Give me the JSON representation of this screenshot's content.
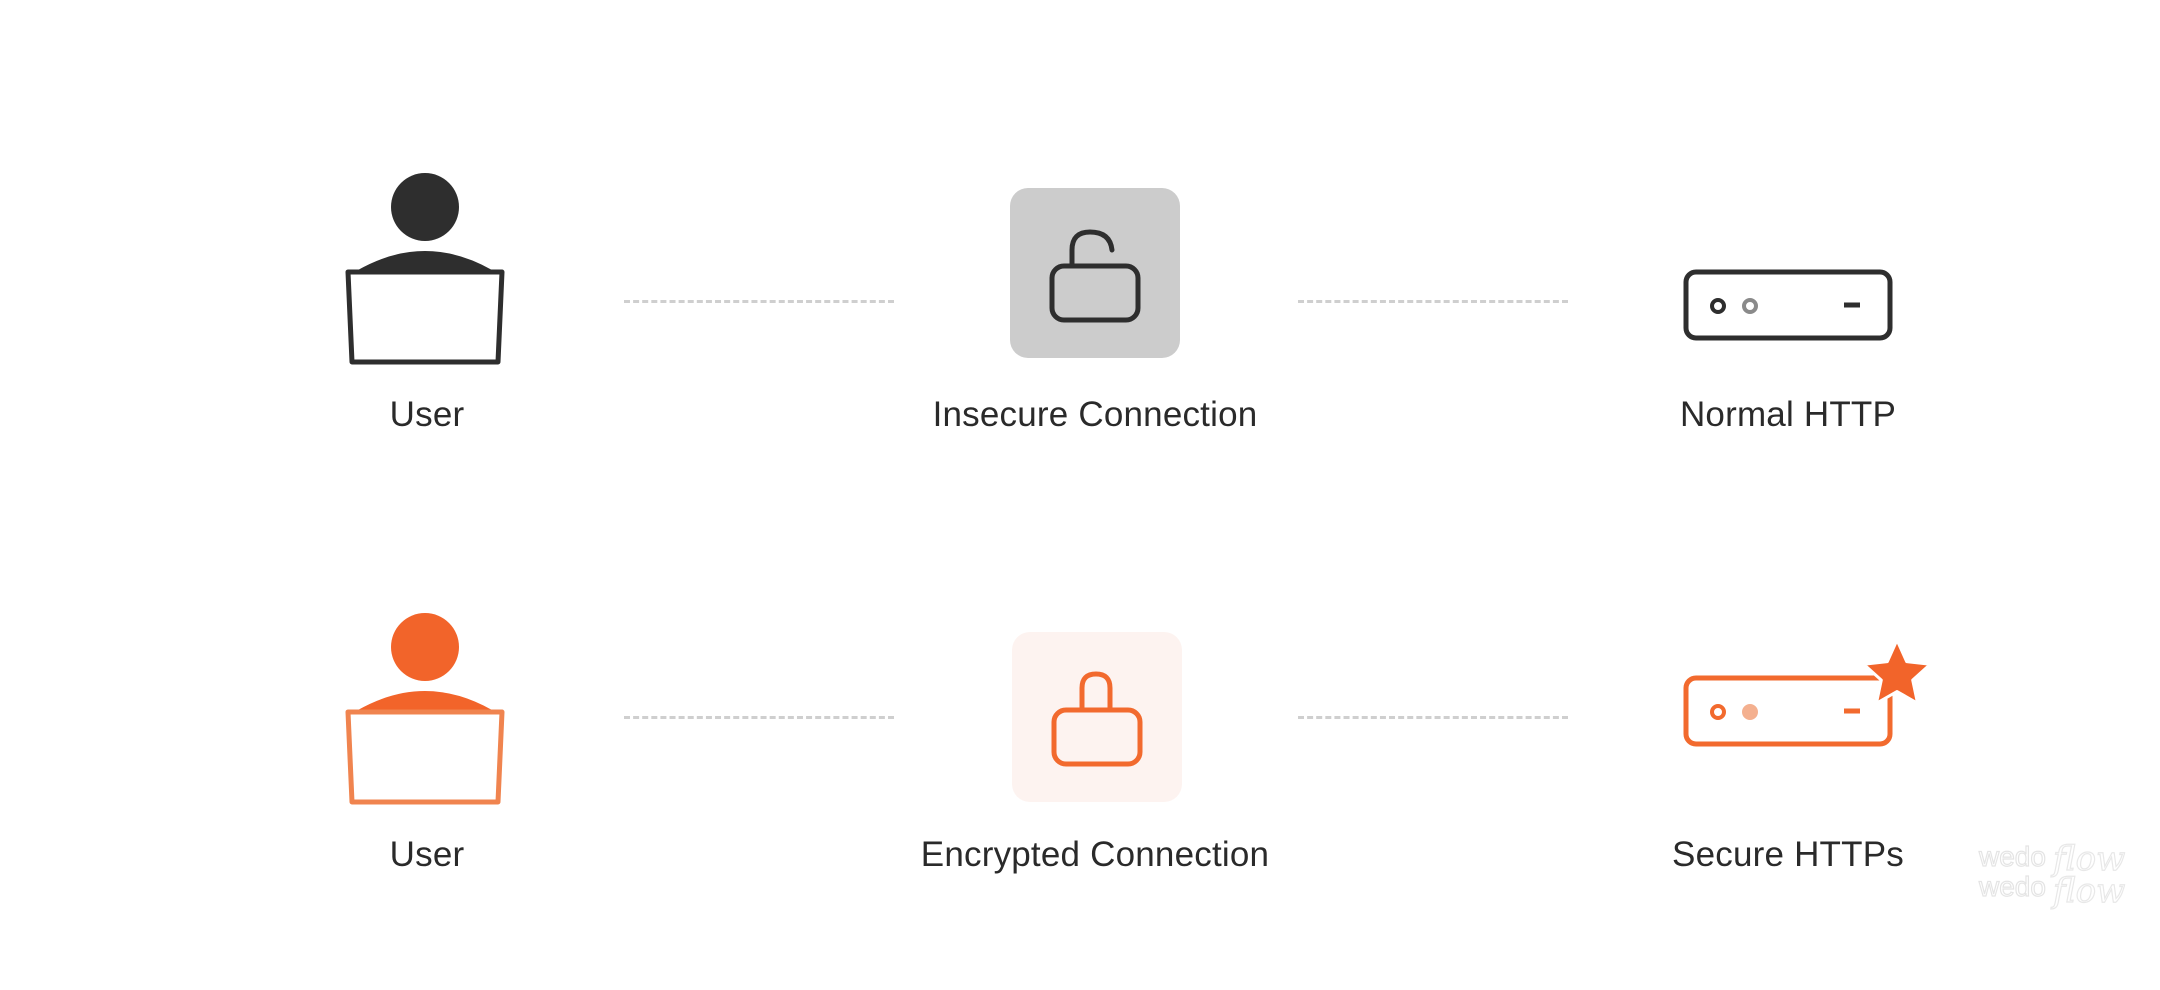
{
  "colors": {
    "insecure_ink": "#2e2e2e",
    "insecure_tile": "#cccccc",
    "secure_ink": "#f26a2e",
    "secure_tile": "#fdf3f0",
    "connector": "#cfcfcf"
  },
  "rows": [
    {
      "user_label": "User",
      "connection_label": "Insecure Connection",
      "server_label": "Normal HTTP"
    },
    {
      "user_label": "User",
      "connection_label": "Encrypted Connection",
      "server_label": "Secure HTTPs"
    }
  ],
  "watermark": {
    "text": "wedoflow"
  }
}
